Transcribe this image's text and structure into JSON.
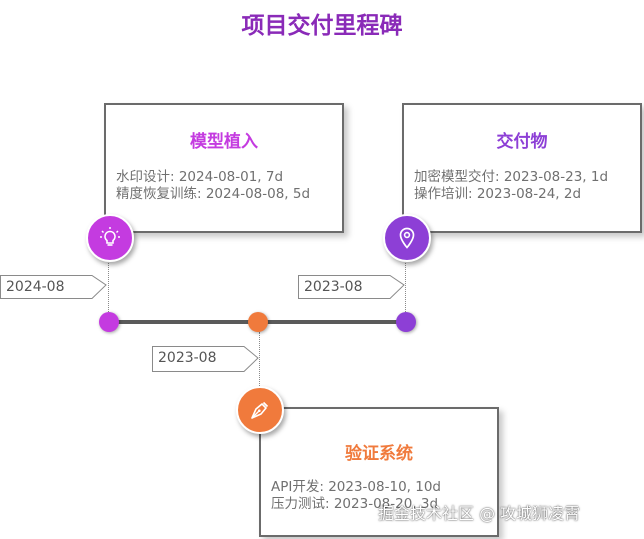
{
  "title": "项目交付里程碑",
  "milestones": [
    {
      "name": "模型植入",
      "color": "#c43be0",
      "icon": "lightbulb-icon",
      "date_label": "2024-08",
      "tasks": [
        "水印设计: 2024-08-01, 7d",
        "精度恢复训练: 2024-08-08, 5d"
      ]
    },
    {
      "name": "验证系统",
      "color": "#f07a3c",
      "icon": "pen-nib-icon",
      "date_label": "2023-08",
      "tasks": [
        "API开发: 2023-08-10, 10d",
        "压力测试: 2023-08-20, 3d"
      ]
    },
    {
      "name": "交付物",
      "color": "#8d3fd6",
      "icon": "location-pin-icon",
      "date_label": "2023-08",
      "tasks": [
        "加密模型交付: 2023-08-23, 1d",
        "操作培训: 2023-08-24, 2d"
      ]
    }
  ],
  "watermark": "掘金技术社区 @ 攻城狮凌霄"
}
